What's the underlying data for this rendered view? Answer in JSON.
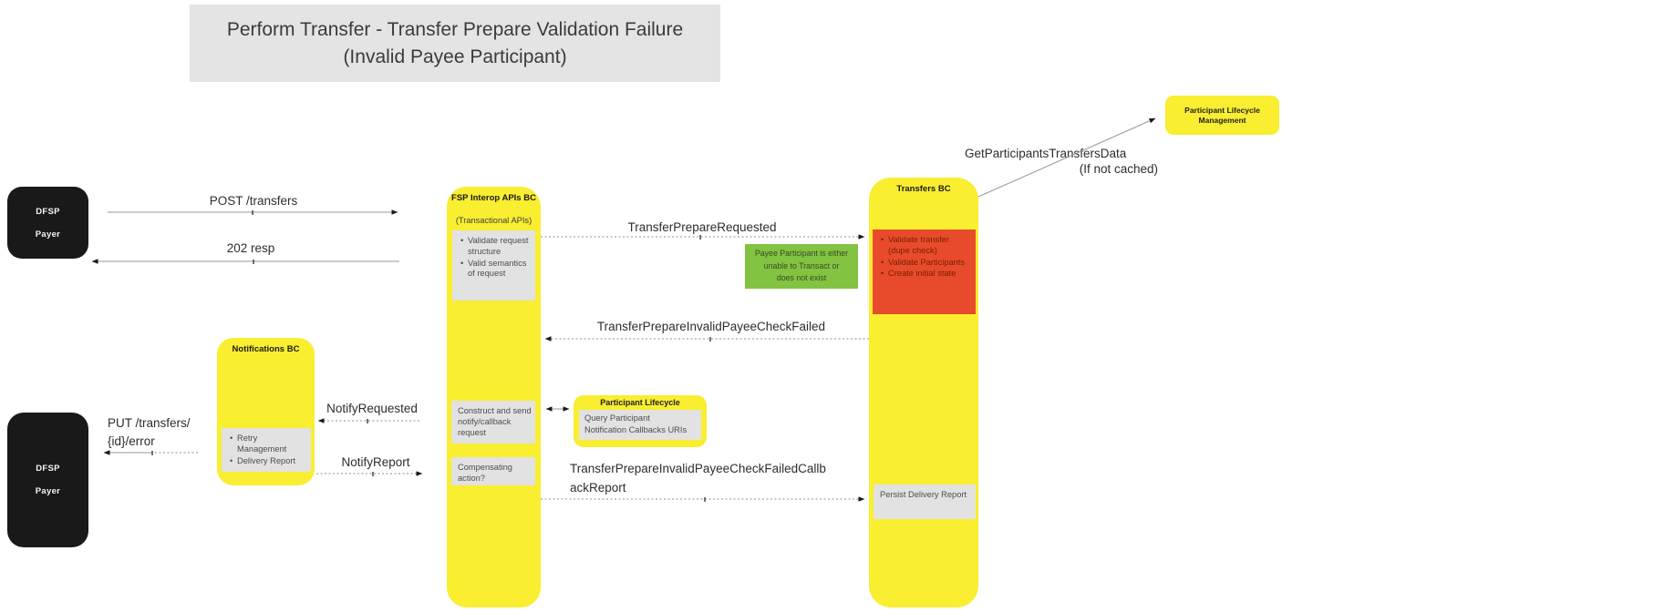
{
  "colors": {
    "lifeline_yellow": "#F9EE30",
    "error_red": "#E84B2C",
    "error_red_text": "#7B2000",
    "note_green": "#82C341",
    "note_green_text": "#3A4A22",
    "panel_gray": "#E2E2E2",
    "title_bg": "#E4E4E4",
    "actor_black": "#191919",
    "arrow_gray": "#999999"
  },
  "title": {
    "line1": "Perform Transfer - Transfer Prepare Validation Failure",
    "line2": "(Invalid Payee Participant)"
  },
  "actors": {
    "payer_top": {
      "line1": "DFSP",
      "line2": "Payer"
    },
    "payer_bottom": {
      "line1": "DFSP",
      "line2": "Payer"
    }
  },
  "columns": {
    "fsp": {
      "title": "FSP Interop APIs BC",
      "subtitle": "(Transactional APIs)",
      "validate_items": [
        "Validate request structure",
        "Valid semantics of request"
      ],
      "construct": "Construct and send notify/callback request",
      "compensating": "Compensating action?"
    },
    "transfers": {
      "title": "Transfers BC",
      "validate_items": [
        "Validate transfer (dupe check)",
        "Validate Participants",
        "Create initial state"
      ],
      "persist": "Persist Delivery Report"
    },
    "notifications": {
      "title": "Notifications BC",
      "items": [
        "Retry Management",
        "Delivery Report"
      ]
    }
  },
  "notes": {
    "payee": {
      "line1": "Payee Participant is either",
      "line2": "unable to Transact or",
      "line3": "does not exist"
    },
    "plm": {
      "line1": "Participant Lifecycle",
      "line2": "Management"
    },
    "pl_sub": {
      "title": "Participant Lifecycle",
      "line1": "Query Participant",
      "line2": "Notification Callbacks URIs"
    }
  },
  "messages": {
    "post": "POST /transfers",
    "resp": "202 resp",
    "prepare_requested": "TransferPrepareRequested",
    "get_participants_line1": "GetParticipantsTransfersData",
    "get_participants_line2": "(If not cached)",
    "check_failed": "TransferPrepareInvalidPayeeCheckFailed",
    "notify_requested": "NotifyRequested",
    "notify_report": "NotifyReport",
    "put_line1": "PUT /transfers/",
    "put_line2": "{id}/error",
    "callback_line1": "TransferPrepareInvalidPayeeCheckFailedCallb",
    "callback_line2": "ackReport"
  }
}
